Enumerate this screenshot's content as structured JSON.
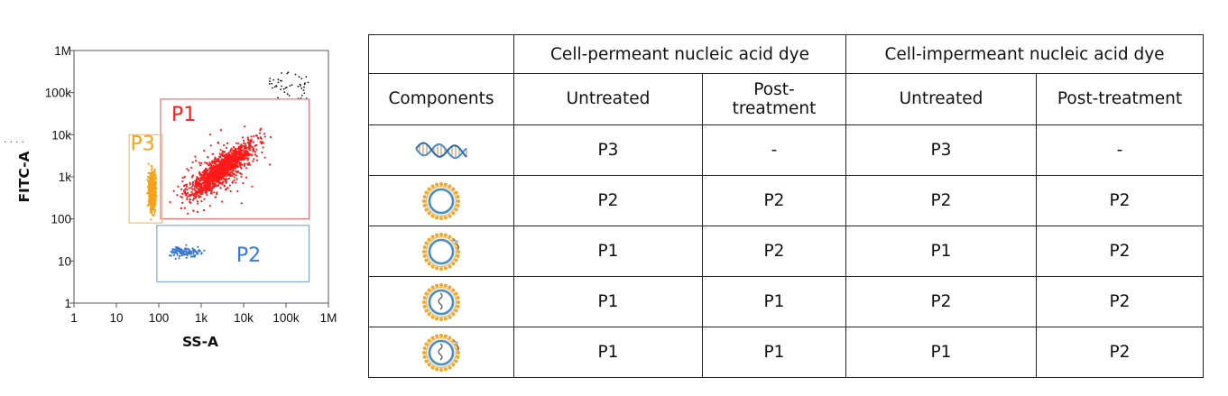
{
  "colors": {
    "P1": "#ff1a1a",
    "P2": "#3a78d6",
    "P3": "#f5a21a",
    "debris": "#111111",
    "gate_P1": "#ee7070",
    "gate_P2": "#7fa8dc",
    "gate_P3": "#f6c060"
  },
  "chart_data": {
    "type": "scatter",
    "title": "",
    "xlabel": "SS-A",
    "ylabel": "FITC-A",
    "xscale": "log",
    "yscale": "log",
    "xlim": [
      1,
      1000000
    ],
    "ylim": [
      1,
      1000000
    ],
    "x_tick_labels": [
      "1",
      "10",
      "100",
      "1k",
      "10k",
      "100k",
      "1M"
    ],
    "y_tick_labels": [
      "1",
      "10",
      "100",
      "1k",
      "10k",
      "100k",
      "1M"
    ],
    "tick_values": [
      1,
      10,
      100,
      1000,
      10000,
      100000,
      1000000
    ],
    "grid": false,
    "gates": [
      {
        "name": "P1",
        "x_range": [
          110,
          350000
        ],
        "y_range": [
          100,
          70000
        ]
      },
      {
        "name": "P2",
        "x_range": [
          90,
          350000
        ],
        "y_range": [
          3.2,
          70
        ]
      },
      {
        "name": "P3",
        "x_range": [
          20,
          120
        ],
        "y_range": [
          80,
          10000
        ]
      }
    ],
    "populations": [
      {
        "name": "P1",
        "x_center": 3000,
        "y_center": 1500,
        "note": "diagonal cluster of red events"
      },
      {
        "name": "P2",
        "x_center": 400,
        "y_center": 16,
        "note": "scattered blue events"
      },
      {
        "name": "P3",
        "x_center": 70,
        "y_center": 450,
        "note": "narrow vertical orange cluster"
      },
      {
        "name": "debris",
        "x_center": 150000,
        "y_center": 250000,
        "note": "black events near top-right"
      }
    ]
  },
  "table": {
    "header1": [
      "",
      "Cell-permeant nucleic acid dye",
      "Cell-impermeant nucleic acid dye"
    ],
    "header2": [
      "Components",
      "Untreated",
      "Post-\ntreatment",
      "Untreated",
      "Post-treatment"
    ],
    "rows": [
      {
        "icon": "dna-strand-icon",
        "values": [
          "P3",
          "-",
          "P3",
          "-"
        ]
      },
      {
        "icon": "empty-vesicle-icon",
        "values": [
          "P2",
          "P2",
          "P2",
          "P2"
        ]
      },
      {
        "icon": "protein-vesicle-icon",
        "values": [
          "P1",
          "P2",
          "P1",
          "P2"
        ]
      },
      {
        "icon": "nucleic-acid-vesicle-icon",
        "values": [
          "P1",
          "P1",
          "P2",
          "P2"
        ]
      },
      {
        "icon": "nucleic-acid-protein-vesicle-icon",
        "values": [
          "P1",
          "P1",
          "P1",
          "P2"
        ]
      }
    ]
  }
}
